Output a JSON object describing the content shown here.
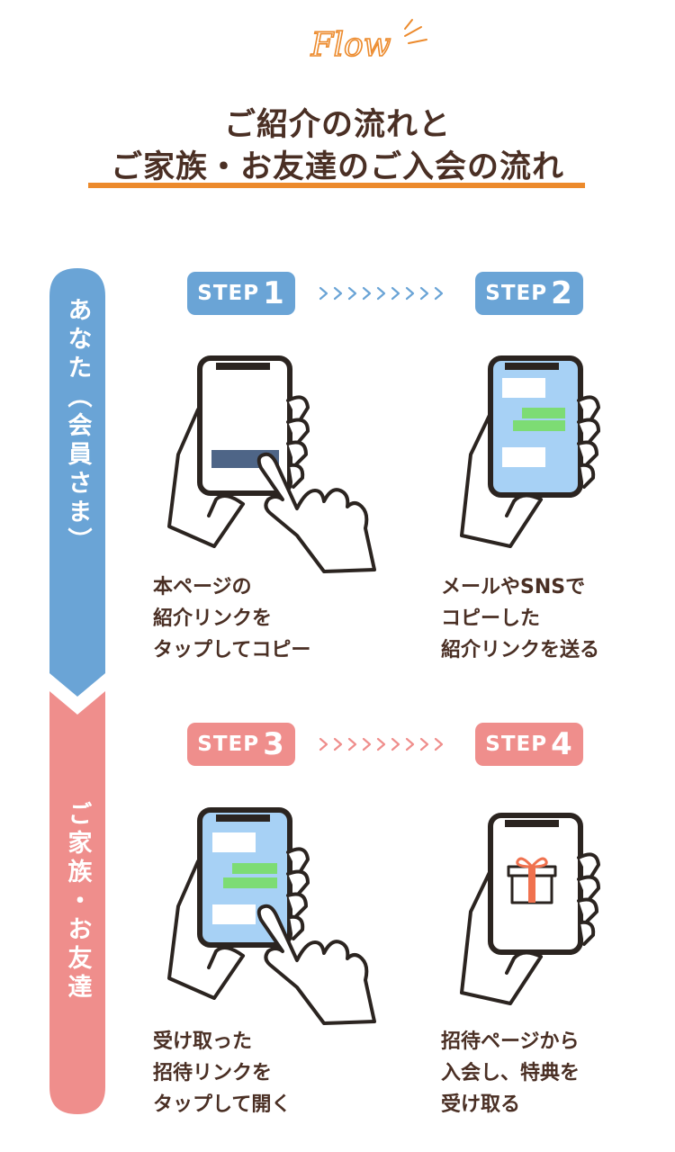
{
  "header": {
    "script_word": "Flow",
    "title_line1": "ご紹介の流れと",
    "title_line2": "ご家族・お友達のご入会の流れ"
  },
  "sections": {
    "you": {
      "label": "あなた（会員さま）",
      "color": "#6aa4d6"
    },
    "family": {
      "label": "ご家族・お友達",
      "color": "#ef8e8c"
    }
  },
  "steps": [
    {
      "word": "STEP",
      "num": "1",
      "caption": "本ページの\n紹介リンクを\nタップしてコピー"
    },
    {
      "word": "STEP",
      "num": "2",
      "caption": "メールやSNSで\nコピーした\n紹介リンクを送る"
    },
    {
      "word": "STEP",
      "num": "3",
      "caption": "受け取った\n招待リンクを\nタップして開く"
    },
    {
      "word": "STEP",
      "num": "4",
      "caption": "招待ページから\n入会し、特典を\n受け取る"
    }
  ],
  "colors": {
    "accent_orange": "#ec8a2c",
    "text_brown": "#4a2f24",
    "screen_blue": "#a7d1f5",
    "bubble_green": "#7ddc74",
    "button_navy": "#4e6587",
    "gift_ribbon": "#f0724f"
  },
  "icons": [
    "hand-holding-phone-icon",
    "tapping-finger-icon",
    "chat-bubbles-icon",
    "gift-box-icon",
    "chevron-right-icon"
  ]
}
